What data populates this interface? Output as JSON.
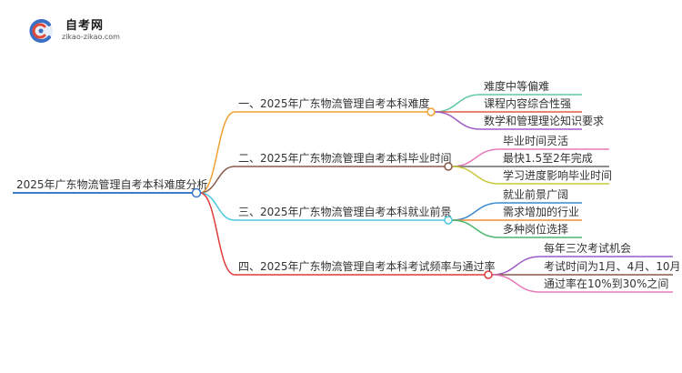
{
  "logo": {
    "title": "自考网",
    "url": "zikao-zikao.com"
  },
  "root": {
    "label": "2025年广东物流管理自考本科难度分析",
    "color": "#3d7cc9"
  },
  "branches": [
    {
      "label": "一、2025年广东物流管理自考本科难度",
      "color": "#f0a030",
      "children": [
        {
          "label": "难度中等偏难",
          "color": "#5ec8a0"
        },
        {
          "label": "课程内容综合性强",
          "color": "#e05a4a"
        },
        {
          "label": "数学和管理理论知识要求",
          "color": "#a05cc8"
        }
      ]
    },
    {
      "label": "二、2025年广东物流管理自考本科毕业时间",
      "color": "#8a5a4a",
      "children": [
        {
          "label": "毕业时间灵活",
          "color": "#e87ab8"
        },
        {
          "label": "最快1.5至2年完成",
          "color": "#6a6a6a"
        },
        {
          "label": "学习进度影响毕业时间",
          "color": "#c8c83a"
        }
      ]
    },
    {
      "label": "三、2025年广东物流管理自考本科就业前景",
      "color": "#4ac8e0",
      "children": [
        {
          "label": "就业前景广阔",
          "color": "#3a8ad0"
        },
        {
          "label": "需求增加的行业",
          "color": "#f09030"
        },
        {
          "label": "多种岗位选择",
          "color": "#4ab870"
        }
      ]
    },
    {
      "label": "四、2025年广东物流管理自考本科考试频率与通过率",
      "color": "#e03a3a",
      "children": [
        {
          "label": "每年三次考试机会",
          "color": "#9a5ac8"
        },
        {
          "label": "考试时间为1月、4月、10月",
          "color": "#8a5a4a"
        },
        {
          "label": "通过率在10%到30%之间",
          "color": "#e87ab8"
        }
      ]
    }
  ]
}
